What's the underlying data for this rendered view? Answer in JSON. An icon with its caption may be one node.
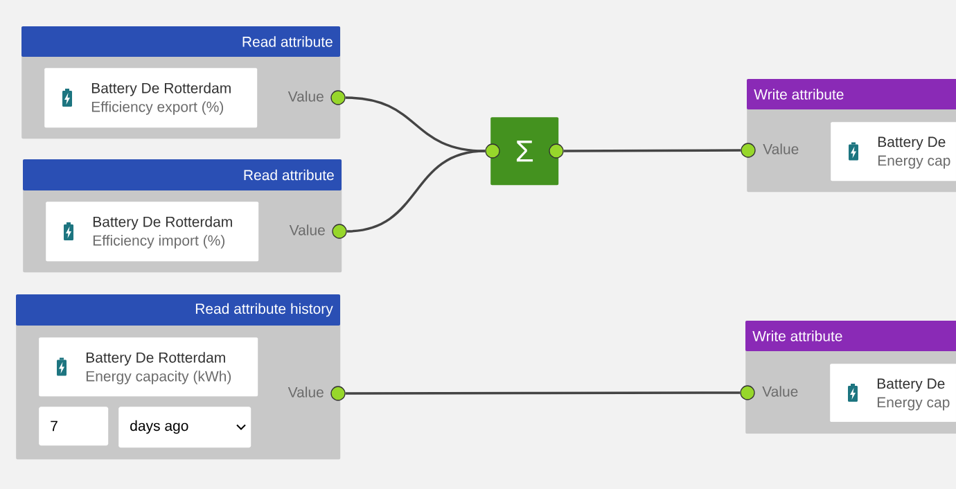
{
  "diagram": {
    "nodes": [
      {
        "text": [
          "Read attribute"
        ]
      },
      {
        "text": [
          "Battery De Rotterdam",
          "Efficiency export (%)"
        ],
        "in": 0
      },
      {
        "text": [],
        "shape": "circle",
        "beside": [
          "Value"
        ]
      },
      {
        "text": [
          "Read attribute"
        ]
      },
      {
        "text": [
          "Battery De Rotterdam",
          "Efficiency import (%)"
        ],
        "in": 3
      },
      {
        "text": [],
        "shape": "circle",
        "beside": [
          "Value"
        ]
      },
      {
        "text": [
          "Read attribute history"
        ]
      },
      {
        "text": [
          "Battery De Rotterdam",
          "Energy capacity (kWh)"
        ],
        "in": 6
      },
      {
        "text": [
          "7"
        ],
        "in": 6
      },
      {
        "text": [
          "days ago"
        ],
        "in": 6
      },
      {
        "text": [],
        "shape": "circle",
        "beside": [
          "Value"
        ]
      },
      {
        "text": [
          "Σ"
        ]
      },
      {
        "text": [],
        "shape": "circle"
      },
      {
        "text": [],
        "shape": "circle"
      },
      {
        "text": [
          "Write attribute"
        ]
      },
      {
        "text": [],
        "shape": "circle",
        "beside": [
          "Value"
        ]
      },
      {
        "text": [
          "Battery De",
          "Energy cap"
        ],
        "in": 14
      },
      {
        "text": [
          "Write attribute"
        ]
      },
      {
        "text": [],
        "shape": "circle",
        "beside": [
          "Value"
        ]
      },
      {
        "text": [
          "Battery De",
          "Energy cap"
        ],
        "in": 17
      }
    ],
    "edges": [
      {
        "from": 2,
        "to": 12,
        "arrow": "none"
      },
      {
        "from": 5,
        "to": 12,
        "arrow": "none"
      },
      {
        "from": 13,
        "to": 15,
        "arrow": "none"
      },
      {
        "from": 10,
        "to": 18,
        "arrow": "none"
      }
    ]
  }
}
